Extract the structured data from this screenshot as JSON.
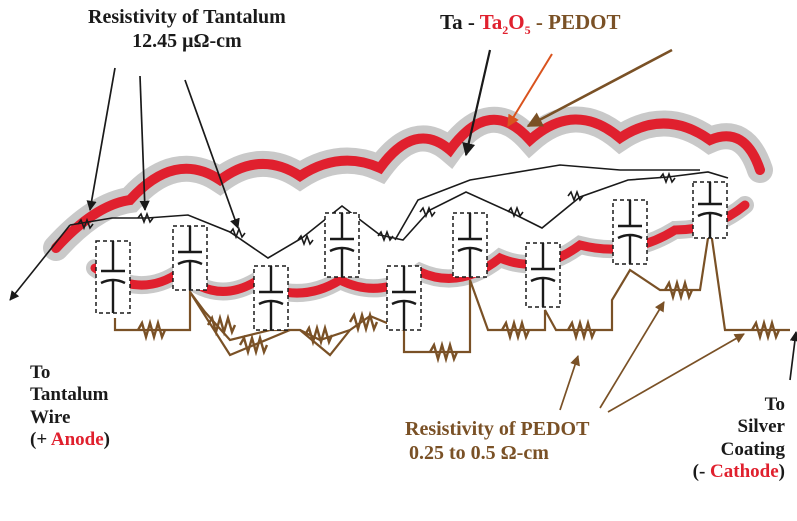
{
  "labels": {
    "ta_resistivity_title": "Resistivity of Tantalum",
    "ta_resistivity_value": "12.45 μΩ-cm",
    "stack_ta": "Ta -",
    "stack_oxide_prefix": "Ta",
    "stack_oxide_sub1": "2",
    "stack_oxide_mid": "O",
    "stack_oxide_sub2": "5",
    "stack_pedot": "- PEDOT",
    "anode_line1": "To",
    "anode_line2": "Tantalum",
    "anode_line3": "Wire",
    "anode_prefix": "(+ ",
    "anode_word": "Anode",
    "anode_suffix": ")",
    "pedot_resistivity_title": "Resistivity of PEDOT",
    "pedot_resistivity_value": "0.25 to  0.5 Ω-cm",
    "cathode_line1": "To",
    "cathode_line2": "Silver",
    "cathode_line3": "Coating",
    "cathode_prefix": "(- ",
    "cathode_word": "Cathode",
    "cathode_suffix": ")"
  },
  "colors": {
    "oxide_red": "#e0202e",
    "pedot_gray": "#c9c9c9",
    "pedot_brown": "#7a5126",
    "oxide_arrow_orange": "#d9531e",
    "text_dark": "#1a1a1a"
  },
  "icons": {
    "resistor": "zigzag-resistor-icon",
    "capacitor": "capacitor-icon",
    "arrow": "arrow-icon"
  }
}
